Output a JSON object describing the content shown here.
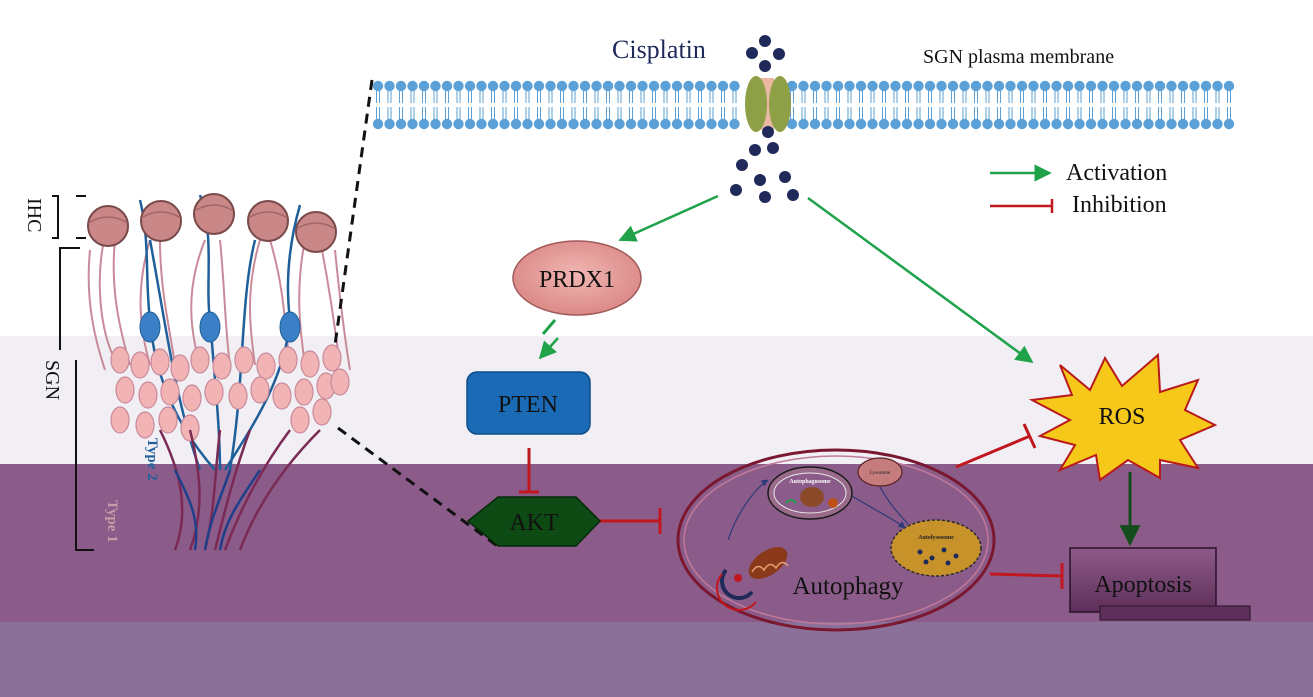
{
  "membrane": {
    "drug_label": "Cisplatin",
    "membrane_label": "SGN plasma membrane"
  },
  "legend": {
    "activation": "Activation",
    "inhibition": "Inhibition"
  },
  "cochlea": {
    "ihc_label": "IHC",
    "sgn_label": "SGN",
    "type1_label": "Type 1",
    "type2_label": "Type 2"
  },
  "nodes": {
    "prdx1": "PRDX1",
    "pten": "PTEN",
    "akt": "AKT",
    "ros": "ROS",
    "autophagy": "Autophagy",
    "apoptosis": "Apoptosis",
    "autophagosome": "Autophagosome",
    "lysosome": "Lysosome",
    "autolysosome": "Autolysosome"
  },
  "colors": {
    "activation": "#1fa24a",
    "inhibition": "#c0181e",
    "prdx1_fill": "#e49a98",
    "pten_fill": "#1a6ab5",
    "akt_fill": "#0d4a14",
    "ros_fill": "#f5c81a",
    "apoptosis_fill": "#6f3b66",
    "membrane_blue": "#5ba0d6",
    "channel_green": "#8da046",
    "band_purple": "#8a5a8a"
  }
}
